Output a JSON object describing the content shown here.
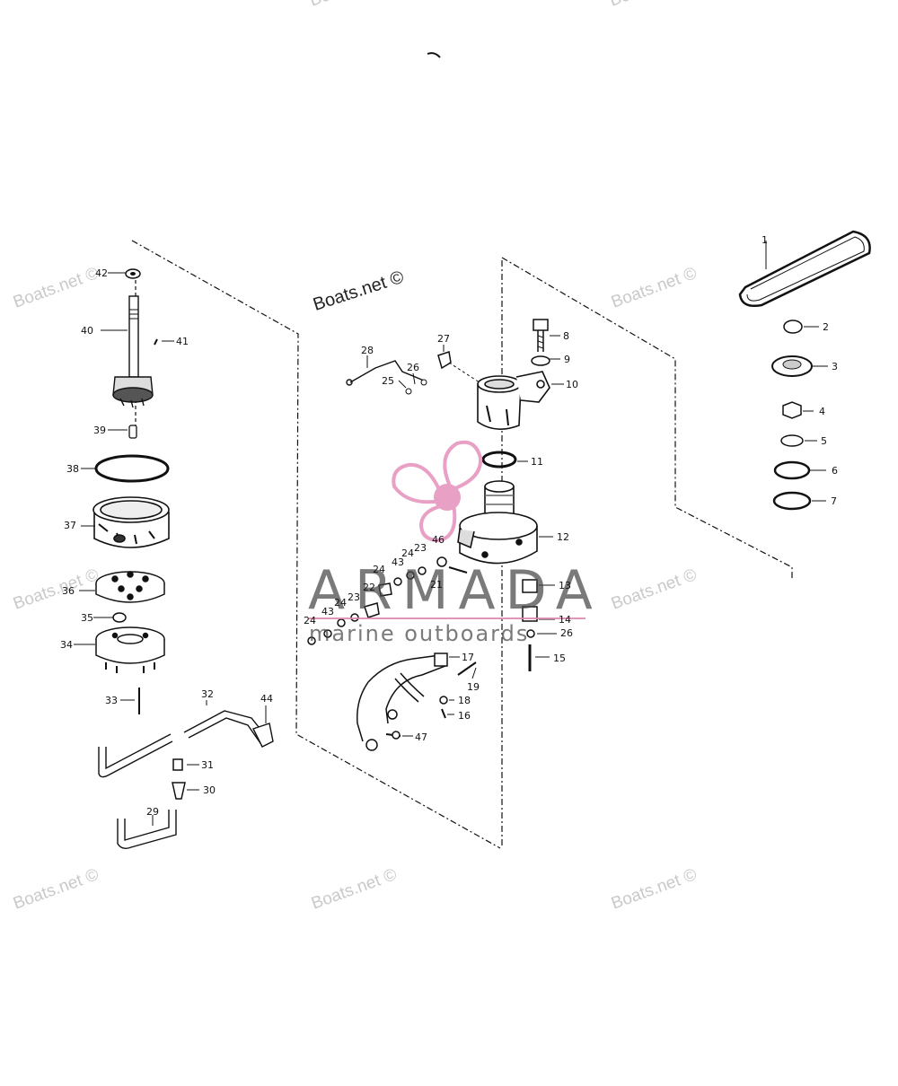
{
  "watermark_text": "Boats.net ©",
  "brand": {
    "title": "ARMADA",
    "subtitle": "marine outboards",
    "logo_color": "#e8a0c4"
  },
  "callouts": {
    "c1": "1",
    "c2": "2",
    "c3": "3",
    "c4": "4",
    "c5": "5",
    "c6": "6",
    "c7": "7",
    "c8": "8",
    "c9": "9",
    "c10": "10",
    "c11": "11",
    "c12": "12",
    "c13": "13",
    "c14": "14",
    "c15": "15",
    "c16": "16",
    "c17": "17",
    "c18": "18",
    "c19": "19",
    "c21": "21",
    "c22": "22",
    "c23a": "23",
    "c23b": "23",
    "c24a": "24",
    "c24b": "24",
    "c24c": "24",
    "c24d": "24",
    "c25": "25",
    "c26a": "26",
    "c26b": "26",
    "c27": "27",
    "c28": "28",
    "c29": "29",
    "c30": "30",
    "c31": "31",
    "c32": "32",
    "c33": "33",
    "c34": "34",
    "c35": "35",
    "c36": "36",
    "c37": "37",
    "c38": "38",
    "c39": "39",
    "c40": "40",
    "c41": "41",
    "c42": "42",
    "c43a": "43",
    "c43b": "43",
    "c44": "44",
    "c46": "46",
    "c47": "47"
  }
}
